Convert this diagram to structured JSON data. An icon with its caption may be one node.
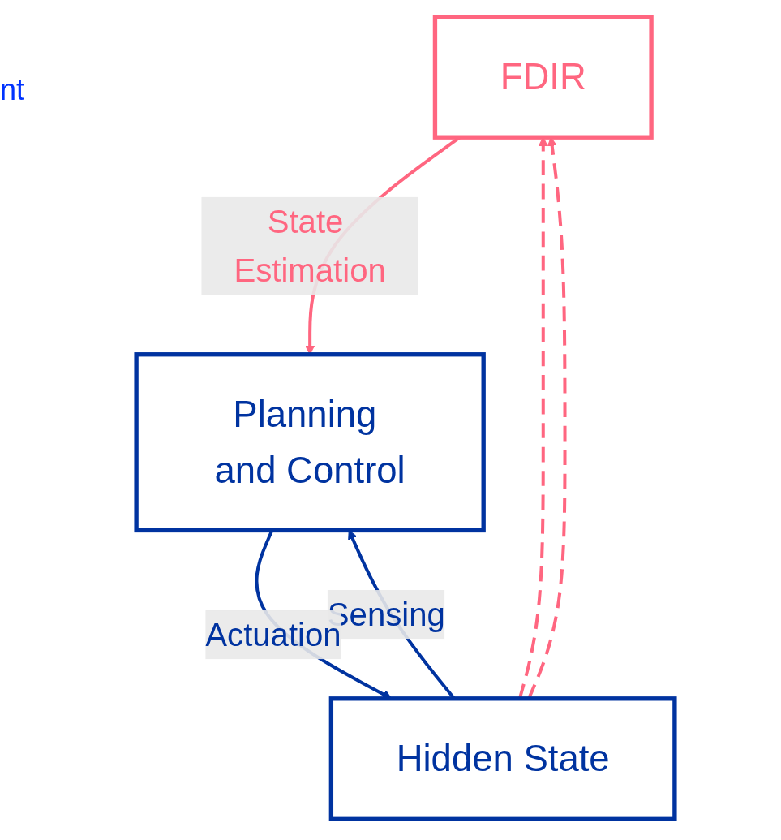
{
  "diagram": {
    "nodes": [
      {
        "text": [
          "FDIR"
        ]
      },
      {
        "text": [
          "Planning and Control"
        ]
      },
      {
        "text": [
          "Hidden State"
        ]
      }
    ],
    "edges": [
      {
        "from": 0,
        "to": 1,
        "arrow": "to",
        "label": "State Estimation"
      },
      {
        "from": 2,
        "to": 1,
        "arrow": "to",
        "label": "Sensing",
        "color": "#0033a0"
      },
      {
        "from": 1,
        "to": 2,
        "arrow": "to",
        "label": "Actuation",
        "color": "#0033a0"
      },
      {
        "from": 2,
        "to": 0,
        "arrow": "to",
        "style": "dashed"
      },
      {
        "from": 2,
        "to": 0,
        "arrow": "to",
        "style": "dashed"
      }
    ],
    "labels": [
      "nt"
    ]
  }
}
